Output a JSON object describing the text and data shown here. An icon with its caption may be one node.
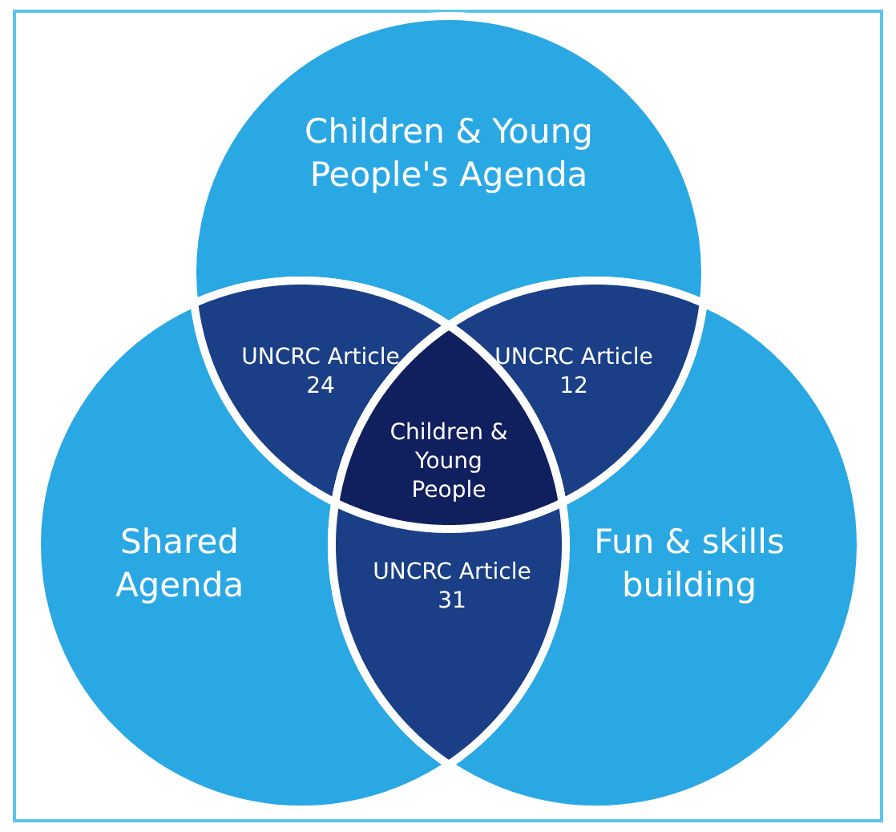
{
  "diagram": {
    "nodes": [
      {
        "text": [
          "Children & Young People's Agenda"
        ]
      },
      {
        "text": [
          "UNCRC Article 24"
        ]
      },
      {
        "text": [
          "UNCRC Article 12"
        ]
      },
      {
        "text": [
          "Shared Agenda"
        ]
      },
      {
        "text": [
          "Children & Young People"
        ]
      },
      {
        "text": [
          "Fun & skills building"
        ]
      },
      {
        "text": [
          "UNCRC Article 31"
        ]
      }
    ]
  }
}
